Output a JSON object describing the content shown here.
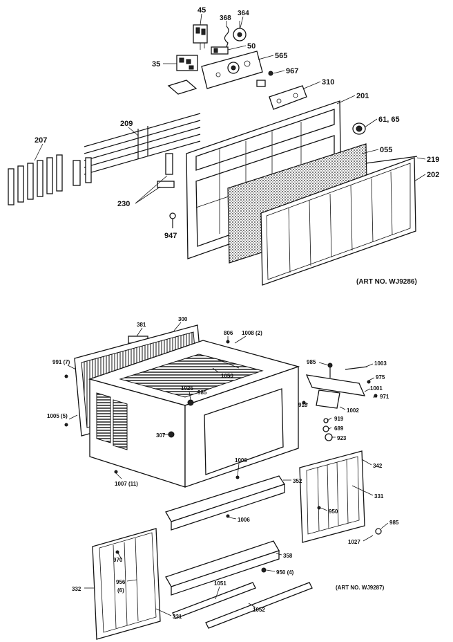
{
  "art_numbers": {
    "top": "(ART NO. WJ9286)",
    "bottom": "(ART NO. WJ9287)"
  },
  "callouts": {
    "c45": "45",
    "c368": "368",
    "c364": "364",
    "c50": "50",
    "c35": "35",
    "c565": "565",
    "c967": "967",
    "c310": "310",
    "c201": "201",
    "c61_65": "61, 65",
    "c055": "055",
    "c219": "219",
    "c202": "202",
    "c209": "209",
    "c207": "207",
    "c230": "230",
    "c947": "947",
    "c381": "381",
    "c300": "300",
    "c806": "806",
    "c1008": "1008 (2)",
    "c991": "991 (7)",
    "c1050": "1050",
    "c1025": "1025",
    "c985a": "985",
    "c1005": "1005 (5)",
    "c307": "307",
    "c1007": "1007 (11)",
    "c985b": "985",
    "c1003": "1003",
    "c975": "975",
    "c1001": "1001",
    "c971": "971",
    "c918": "918",
    "c1002": "1002",
    "c919": "919",
    "c689": "689",
    "c923": "923",
    "c342": "342",
    "c331a": "331",
    "c1006a": "1006",
    "c352": "352",
    "c950a": "950",
    "c1006b": "1006",
    "c985c": "985",
    "c1027": "1027",
    "c970": "970",
    "c358": "358",
    "c950b": "950 (4)",
    "c956": "956",
    "c6": "(6)",
    "c332": "332",
    "c1051": "1051",
    "c331b": "331",
    "c1052": "1052"
  }
}
